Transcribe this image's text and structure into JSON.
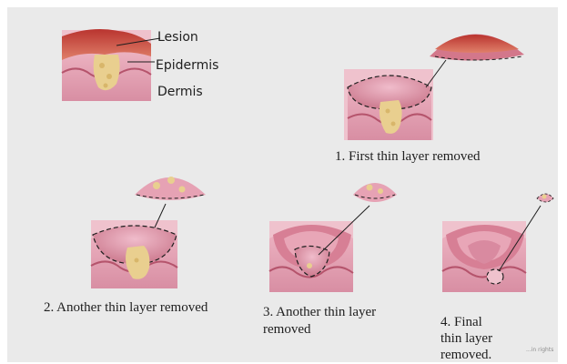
{
  "labels": {
    "lesion": "Lesion",
    "epidermis": "Epidermis",
    "dermis": "Dermis"
  },
  "steps": {
    "step1": "1. First thin layer removed",
    "step2": "2. Another thin layer removed",
    "step3_line1": "3. Another thin layer",
    "step3_line2": "removed",
    "step4_line1": "4. Final",
    "step4_line2": "thin layer",
    "step4_line3": "removed."
  },
  "watermark": "...in rights",
  "colors": {
    "background": "#eaeaea",
    "skin_pink": "#e6a2b4",
    "dermis": "#d98aa0",
    "lesion_red": "#c8423b",
    "tumor_cells": "#e9cf8f"
  }
}
